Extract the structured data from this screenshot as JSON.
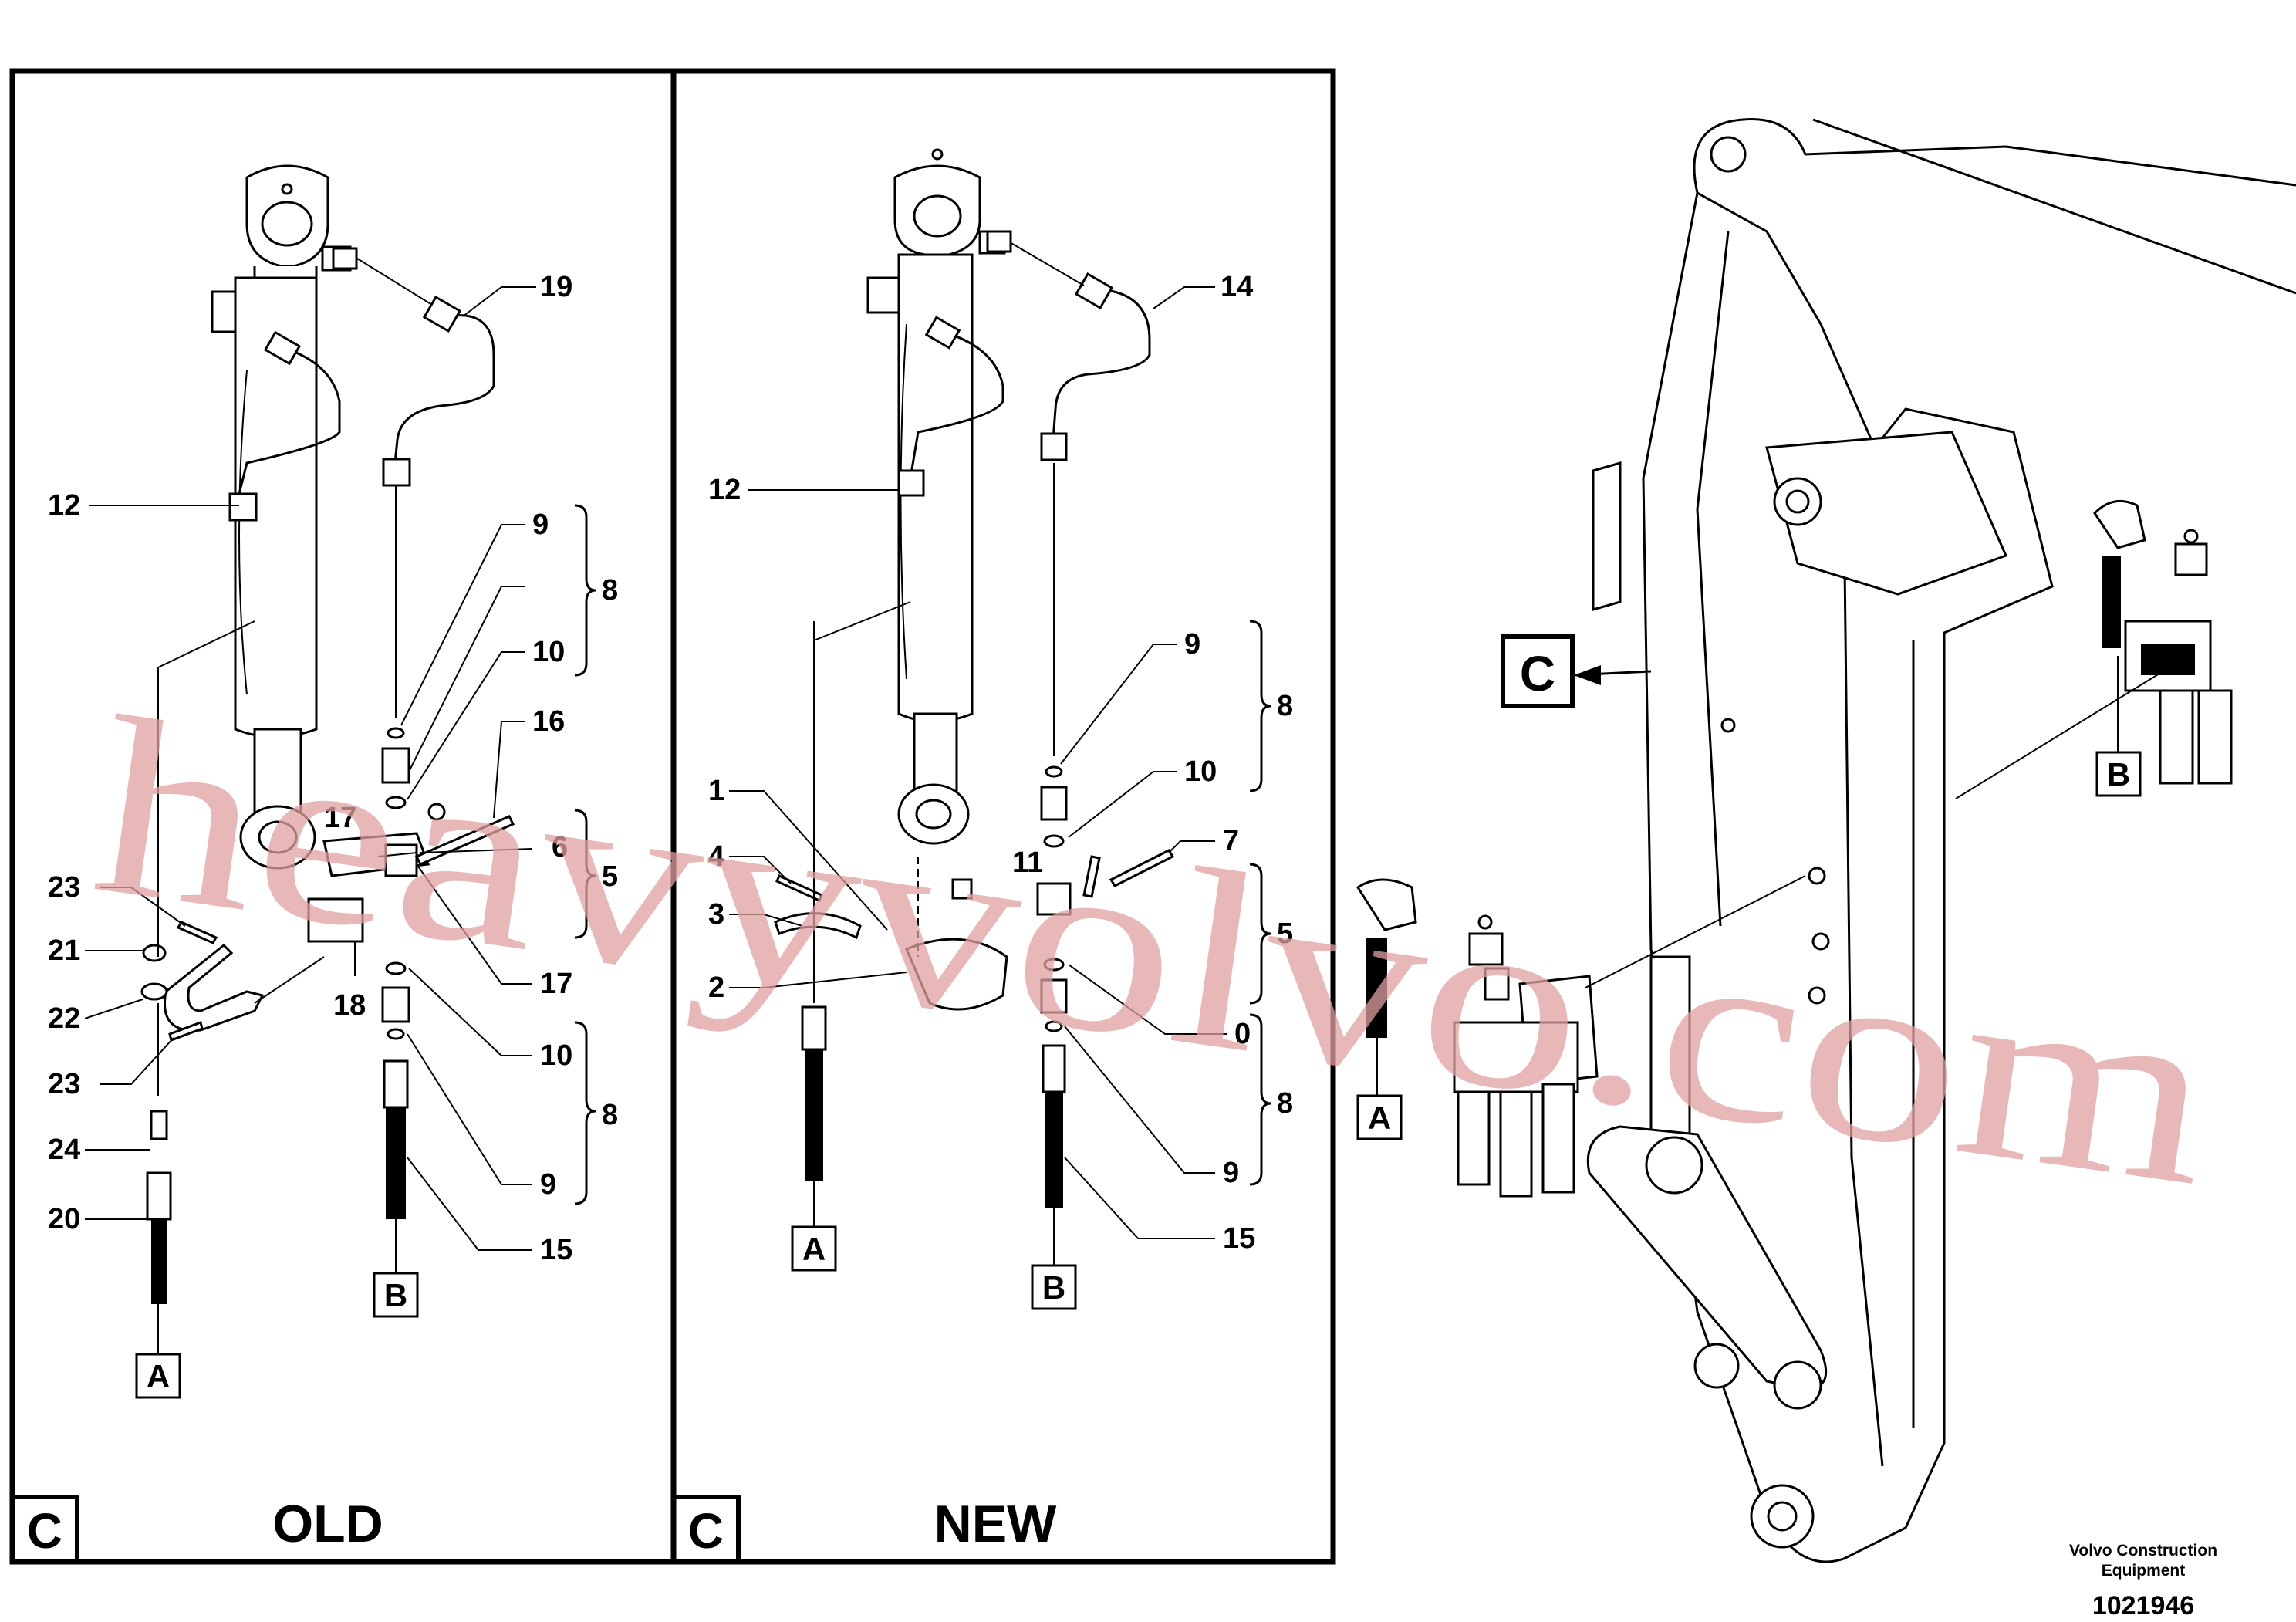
{
  "panels": {
    "old": {
      "section_letter": "C",
      "title": "OLD"
    },
    "new": {
      "section_letter": "C",
      "title": "NEW"
    }
  },
  "callouts_old": [
    "19",
    "12",
    "9",
    "8",
    "10",
    "16",
    "17",
    "6",
    "5",
    "23",
    "21",
    "22",
    "23",
    "17",
    "18",
    "10",
    "8",
    "24",
    "9",
    "20",
    "15"
  ],
  "callouts_new": [
    "14",
    "12",
    "9",
    "8",
    "10",
    "1",
    "4",
    "11",
    "7",
    "3",
    "5",
    "2",
    "0",
    "8",
    "9",
    "15"
  ],
  "connectors": {
    "a": "A",
    "b": "B"
  },
  "overview": {
    "view_marker": "C"
  },
  "watermark": "heavyvolvo.com",
  "credit": {
    "line1": "Volvo Construction",
    "line2": "Equipment",
    "number": "1021946"
  }
}
